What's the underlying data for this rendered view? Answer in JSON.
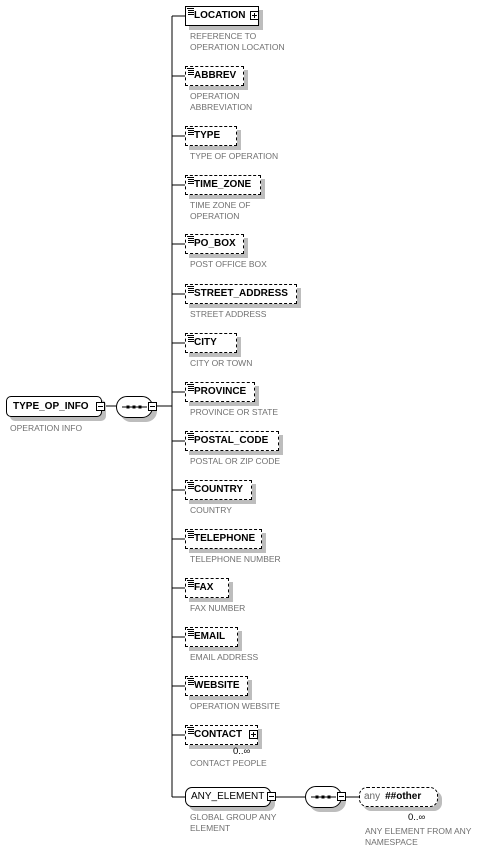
{
  "root": {
    "name": "TYPE_OP_INFO",
    "description": [
      "OPERATION INFO"
    ]
  },
  "elements": [
    {
      "name": "LOCATION",
      "optional": false,
      "expandable": true,
      "description": [
        "REFERENCE TO",
        "OPERATION LOCATION"
      ]
    },
    {
      "name": "ABBREV",
      "optional": true,
      "description": [
        "OPERATION",
        "ABBREVIATION"
      ]
    },
    {
      "name": "TYPE",
      "optional": true,
      "description": [
        "TYPE OF OPERATION"
      ]
    },
    {
      "name": "TIME_ZONE",
      "optional": true,
      "description": [
        "TIME ZONE OF",
        "OPERATION"
      ]
    },
    {
      "name": "PO_BOX",
      "optional": true,
      "description": [
        "POST OFFICE BOX"
      ]
    },
    {
      "name": "STREET_ADDRESS",
      "optional": true,
      "description": [
        "STREET ADDRESS"
      ]
    },
    {
      "name": "CITY",
      "optional": true,
      "description": [
        "CITY OR TOWN"
      ]
    },
    {
      "name": "PROVINCE",
      "optional": true,
      "description": [
        "PROVINCE OR STATE"
      ]
    },
    {
      "name": "POSTAL_CODE",
      "optional": true,
      "description": [
        "POSTAL OR ZIP CODE"
      ]
    },
    {
      "name": "COUNTRY",
      "optional": true,
      "description": [
        "COUNTRY"
      ]
    },
    {
      "name": "TELEPHONE",
      "optional": true,
      "description": [
        "TELEPHONE NUMBER"
      ]
    },
    {
      "name": "FAX",
      "optional": true,
      "description": [
        "FAX NUMBER"
      ]
    },
    {
      "name": "EMAIL",
      "optional": true,
      "description": [
        "EMAIL ADDRESS"
      ]
    },
    {
      "name": "WEBSITE",
      "optional": true,
      "description": [
        "OPERATION WEBSITE"
      ]
    },
    {
      "name": "CONTACT",
      "optional": true,
      "expandable": true,
      "occurrence": "0..∞",
      "description": [
        "CONTACT PEOPLE"
      ]
    }
  ],
  "group": {
    "name": "ANY_ELEMENT",
    "description": [
      "GLOBAL GROUP ANY",
      "ELEMENT"
    ]
  },
  "any": {
    "keyword": "any",
    "namespace": "##other",
    "occurrence": "0..∞",
    "description": [
      "ANY ELEMENT FROM ANY",
      "NAMESPACE"
    ]
  }
}
